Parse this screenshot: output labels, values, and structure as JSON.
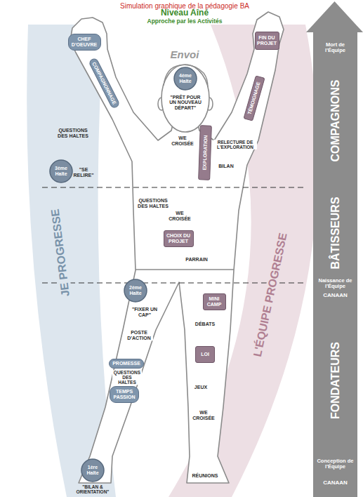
{
  "diagram": {
    "title": "Simulation graphique de la pédagogie BA",
    "nodes": [
      {
        "text": [
          "Mort de l'Équipe",
          "COMPAGNONS",
          "BÂTISSEURS",
          "Naissance de l'Équipe",
          "CANAAN",
          "FONDATEURS",
          "Conception de l'Équipe",
          "CANAAN"
        ]
      },
      {
        "text": [
          "CHEF D'OEUVRE"
        ]
      },
      {
        "text": [
          "FIN DU PROJET"
        ]
      },
      {
        "text": [
          "4ème Halte"
        ]
      },
      {
        "text": [
          "COMPAGNONNAGE"
        ]
      },
      {
        "text": [
          "TÉMOIGNAGE"
        ]
      },
      {
        "text": [
          "EXPLORATION"
        ]
      },
      {
        "text": [
          "3ème Halte"
        ]
      },
      {
        "text": [
          "CHOIX DU PROJET"
        ]
      },
      {
        "text": [
          "2ème Halte"
        ]
      },
      {
        "text": [
          "MINI CAMP"
        ]
      },
      {
        "text": [
          "LOI"
        ]
      },
      {
        "text": [
          "PROMESSE"
        ]
      },
      {
        "text": [
          "TEMPS PASSION"
        ]
      },
      {
        "text": [
          "1ère Halte"
        ]
      }
    ],
    "labels": [
      "Niveau Aîné",
      "Approche par les Activités",
      "Envoi",
      "\"PRÊT POUR UN NOUVEAU DÉPART\"",
      "WE CROISÉE",
      "QUESTIONS DES HALTES",
      "RELECTURE DE L'EXPLORATION",
      "BILAN",
      "\"SE RELIRE\"",
      "QUESTIONS DES HALTES",
      "WE CROISÉE",
      "PARRAIN",
      "\"FIXER UN CAP\"",
      "POSTE D'ACTION",
      "DÉBATS",
      "QUESTIONS DES HALTES",
      "JEUX",
      "WE CROISÉE",
      "RÉUNIONS",
      "\"BILAN & ORIENTATION\"",
      "JE PROGRESSE",
      "L'ÉQUIPE PROGRESSE"
    ]
  }
}
